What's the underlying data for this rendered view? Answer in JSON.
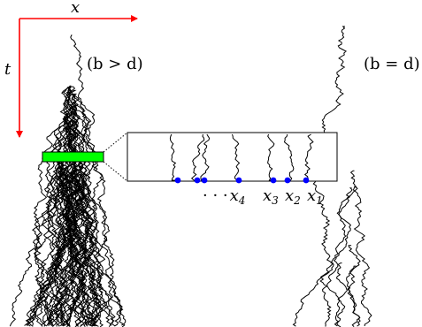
{
  "axes": {
    "x_label": "x",
    "t_label": "t",
    "axis_color": "#ff0000"
  },
  "panels": {
    "left_condition": "(b > d)",
    "right_condition": "(b = d)"
  },
  "inset": {
    "dots_text": "· · · x",
    "labels": [
      {
        "name": "x",
        "sub": "4"
      },
      {
        "name": "x",
        "sub": "3"
      },
      {
        "name": "x",
        "sub": "2"
      },
      {
        "name": "x",
        "sub": "1"
      }
    ],
    "dot_color": "#0000ff",
    "highlight_color": "#00ff00"
  },
  "colors": {
    "paths": "#000000",
    "background": "#ffffff"
  }
}
